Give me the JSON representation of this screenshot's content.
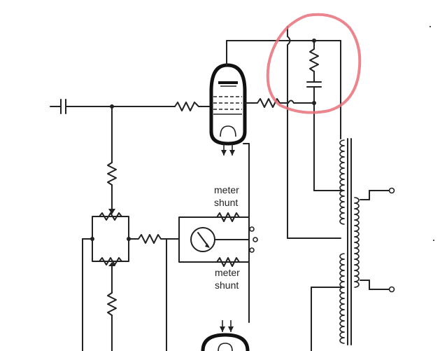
{
  "labels": {
    "meter_shunt_upper_line1": "meter",
    "meter_shunt_upper_line2": "shunt",
    "meter_shunt_lower_line1": "meter",
    "meter_shunt_lower_line2": "shunt"
  },
  "colors": {
    "highlight": "#e8707a",
    "ink": "#222222",
    "background": "#ffffff"
  }
}
